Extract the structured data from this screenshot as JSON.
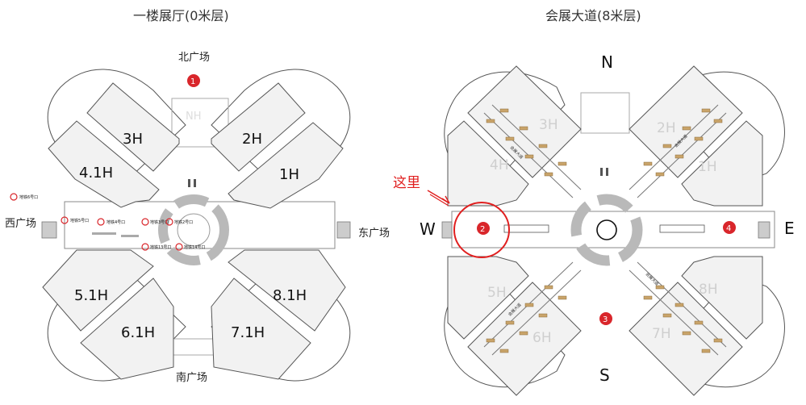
{
  "left_map": {
    "title": "一楼展厅(0米层)",
    "plazas": {
      "north": "北广场",
      "south": "南广场",
      "east": "东广场",
      "west": "西广场"
    },
    "halls": {
      "h3": "3H",
      "h2": "2H",
      "h41": "4.1H",
      "h1": "1H",
      "h51": "5.1H",
      "h81": "8.1H",
      "h61": "6.1H",
      "h71": "7.1H"
    },
    "marker": "1",
    "faint_label": "NH",
    "metro": {
      "line6": "地铁6号口",
      "line5": "地铁5号口",
      "line4": "地铁4号口",
      "line3": "地铁3号口",
      "line2": "地铁2号口",
      "line13": "地铁13号口",
      "line14": "地铁14号口"
    }
  },
  "right_map": {
    "title": "会展大道(8米层)",
    "compass": {
      "n": "N",
      "s": "S",
      "e": "E",
      "w": "W"
    },
    "halls": {
      "h3": "3H",
      "h2": "2H",
      "h4": "4H",
      "h1": "1H",
      "h5": "5H",
      "h8": "8H",
      "h6": "6H",
      "h7": "7H"
    },
    "markers": {
      "m2": "2",
      "m3": "3",
      "m4": "4"
    },
    "annotation": "这里",
    "labels": {
      "nw": "会展大道",
      "ne": "会展大道",
      "sw": "会展大道",
      "se": "会展大道"
    }
  },
  "colors": {
    "hall_fill": "#f2f2f2",
    "outline": "#555555",
    "marker_red": "#d9262b",
    "annotation_red": "#e01f1f",
    "ring_gray": "#b9b9b9",
    "booth_tan": "#c9a46a"
  }
}
